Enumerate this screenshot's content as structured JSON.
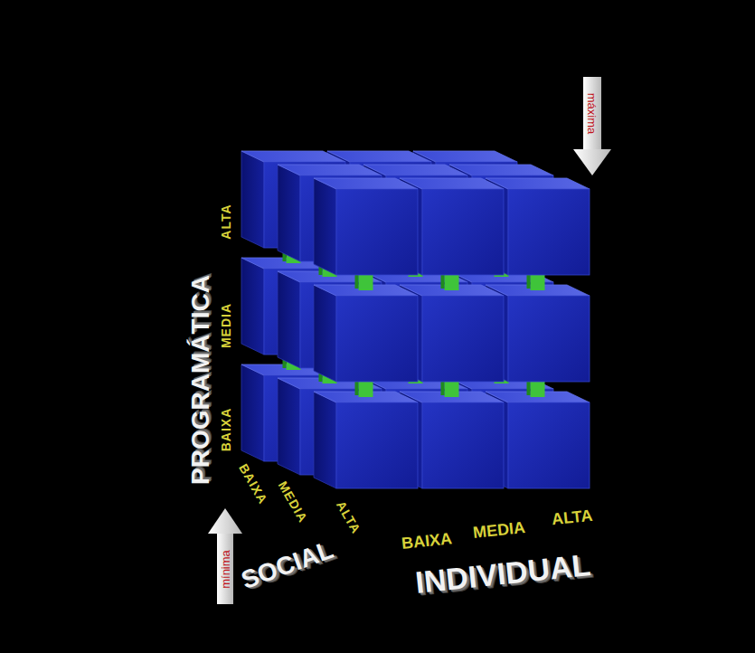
{
  "diagram": {
    "labels": [
      "máxima",
      "ALTA",
      "MEDIA",
      "BAIXA",
      "PROGRAMÁTICA",
      "BAIXA",
      "MEDIA",
      "ALTA",
      "SOCIAL",
      "mínima",
      "BAIXA",
      "MEDIA",
      "ALTA",
      "INDIVIDUAL"
    ]
  }
}
